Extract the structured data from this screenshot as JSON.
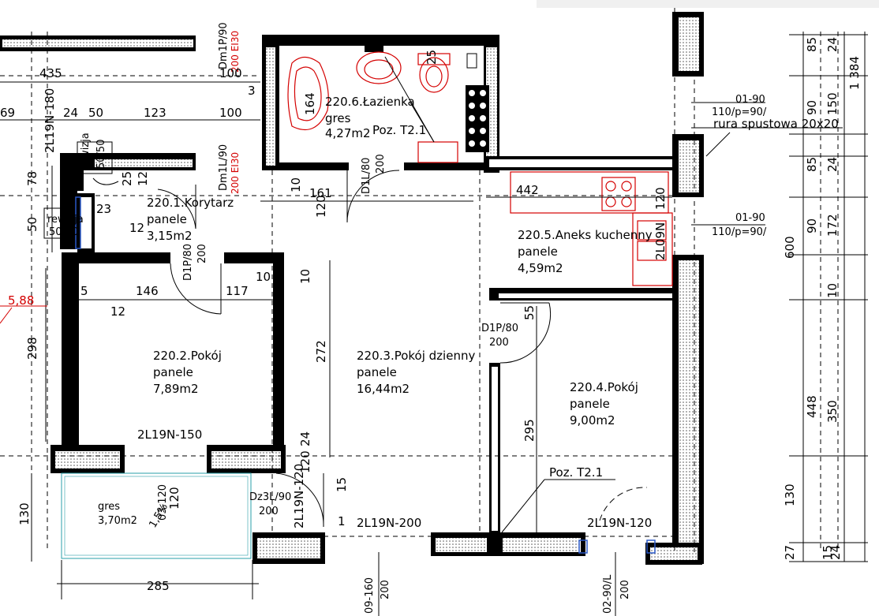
{
  "rooms": {
    "korytarz": {
      "name": "220.1.Korytarz",
      "floor": "panele",
      "area": "3,15m2"
    },
    "pokoj2": {
      "name": "220.2.Pokój",
      "floor": "panele",
      "area": "7,89m2"
    },
    "dzienny": {
      "name": "220.3.Pokój dzienny",
      "floor": "panele",
      "area": "16,44m2"
    },
    "pokoj4": {
      "name": "220.4.Pokój",
      "floor": "panele",
      "area": "9,00m2"
    },
    "aneks": {
      "name": "220.5.Aneks kuchenny",
      "floor": "panele",
      "area": "4,59m2"
    },
    "lazienka": {
      "name": "220.6.Łazienka",
      "floor": "gres",
      "area": "4,27m2"
    },
    "balkon": {
      "floor": "gres",
      "area": "3,70m2"
    }
  },
  "annotations": {
    "poz_bath": "Poz. T2.1",
    "poz_room": "Poz. T2.1",
    "rura": "rura spustowa 20x20",
    "inst1_top": "01-90",
    "inst1_bot": "110/p=90/",
    "inst2_top": "01-90",
    "inst2_bot": "110/p=90/",
    "rewizja1": "rewizja",
    "rewizja1_size": "50/50",
    "rewizja2": "rewizja",
    "rewizja2_size": "50/50",
    "level": "5,88",
    "slope": "1,5%",
    "slope2": "03-120"
  },
  "doors": {
    "dm1p": "Dm1P/90",
    "dm1p_red": "200 EI30",
    "dm1l": "Dm1L/90",
    "dm1l_red": "200 EI30",
    "d1l": "D1L/80",
    "d1l_h": "200",
    "d1p_a": "D1P/80",
    "d1p_a_h": "200",
    "d1p_b": "D1P/80",
    "d1p_b_h": "200",
    "dz3l": "Dz3L/90",
    "dz3l_h": "200"
  },
  "lintels": {
    "l180": "2L19N-180",
    "l150": "2L19N-150",
    "l120a": "2L19N-120",
    "l200": "2L19N-200",
    "l120b": "2L19N-120",
    "l09n": "2L09N"
  },
  "window_labels": {
    "w1": "09-160",
    "w1h": "200",
    "w2": "02-90/L",
    "w2h": "200"
  },
  "dims": {
    "d435": "435",
    "d100a": "100",
    "d100b": "100",
    "d3": "3",
    "d69": "69",
    "d24a": "24",
    "d50": "50",
    "d123": "123",
    "d164": "164",
    "d25a": "25",
    "d78": "78",
    "d10a": "10",
    "d161": "161",
    "d120a": "120",
    "d442": "442",
    "d120b": "120",
    "d25b": "25",
    "d12a": "12",
    "d23": "23",
    "d12b": "12",
    "d50b": "50",
    "d10b": "10",
    "d146": "146",
    "d117": "117",
    "d5": "5",
    "d12c": "12",
    "d10c": "10",
    "d298": "298",
    "d272": "272",
    "d55": "55",
    "d295": "295",
    "d24b": "24",
    "d120c": "120",
    "d15": "15",
    "d1": "1",
    "d130a": "130",
    "d285": "285",
    "d120d": "120",
    "r85a": "85",
    "r24a": "24",
    "r90a": "90",
    "r150": "150",
    "r1384": "1 384",
    "r85b": "85",
    "r24b": "24",
    "r90b": "90",
    "r172": "172",
    "r600": "600",
    "r10": "10",
    "r448": "448",
    "r350": "350",
    "r130": "130",
    "r27": "27",
    "r15": "15",
    "r24c": "24"
  }
}
